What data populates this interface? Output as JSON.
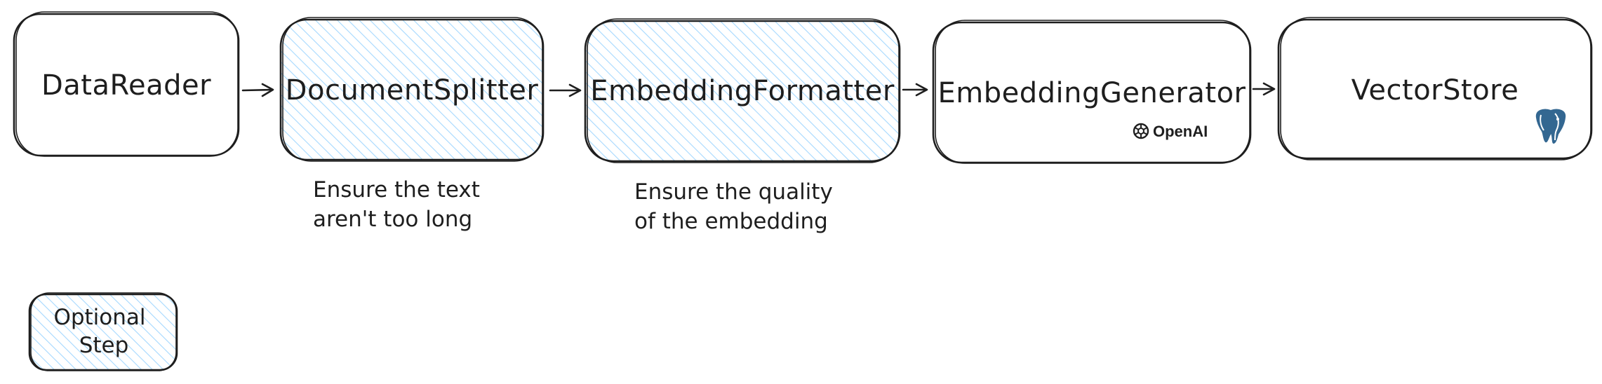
{
  "colors": {
    "stroke": "#1e1e1e",
    "optional_fill": "#a5d8ff",
    "background": "#ffffff",
    "postgres_blue": "#336791"
  },
  "pipeline": {
    "nodes": [
      {
        "label": "DataReader",
        "optional": false
      },
      {
        "label": "DocumentSplitter",
        "optional": true
      },
      {
        "label": "EmbeddingFormatter",
        "optional": true
      },
      {
        "label": "EmbeddingGenerator",
        "optional": false,
        "logo_text": "OpenAI",
        "logo_icon": "openai-icon"
      },
      {
        "label": "VectorStore",
        "optional": false,
        "logo_icon": "postgresql-elephant-icon"
      }
    ]
  },
  "notes": [
    {
      "lines": [
        "Ensure the text",
        "aren't too long"
      ]
    },
    {
      "lines": [
        "Ensure the quality",
        "of the embedding"
      ]
    }
  ],
  "legend": {
    "lines": [
      "Optional",
      "Step"
    ]
  }
}
